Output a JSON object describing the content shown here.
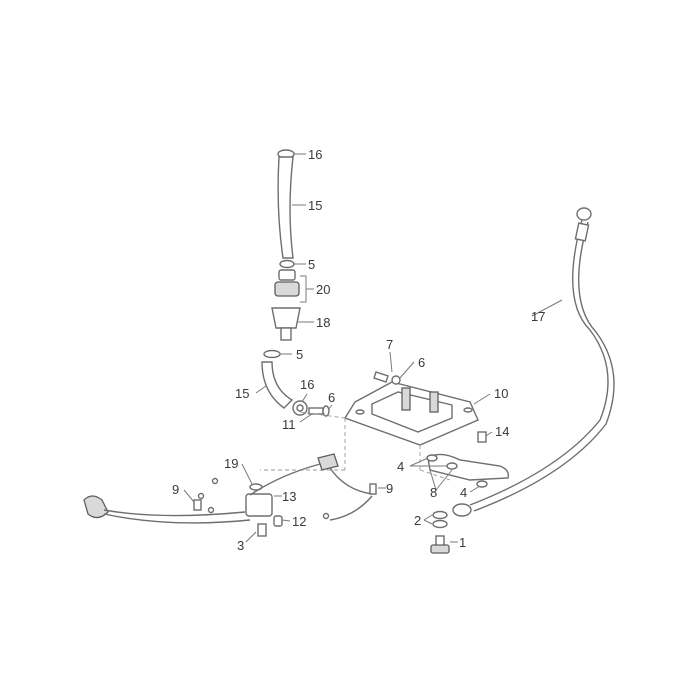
{
  "diagram": {
    "callouts": [
      {
        "label": "16",
        "part": "hose-clamp"
      },
      {
        "label": "15",
        "part": "hose"
      },
      {
        "label": "5",
        "part": "o-ring"
      },
      {
        "label": "20",
        "part": "valve-assembly"
      },
      {
        "label": "18",
        "part": "check-valve"
      },
      {
        "label": "5",
        "part": "o-ring-lower"
      },
      {
        "label": "15",
        "part": "hose-lower"
      },
      {
        "label": "16",
        "part": "hose-clamp-lower"
      },
      {
        "label": "11",
        "part": "fitting"
      },
      {
        "label": "6",
        "part": "washer"
      },
      {
        "label": "7",
        "part": "bolt"
      },
      {
        "label": "6",
        "part": "washer-upper"
      },
      {
        "label": "10",
        "part": "cover-plate"
      },
      {
        "label": "14",
        "part": "screw"
      },
      {
        "label": "17",
        "part": "cable"
      },
      {
        "label": "4",
        "part": "clip-upper"
      },
      {
        "label": "8",
        "part": "bracket"
      },
      {
        "label": "4",
        "part": "clip-lower"
      },
      {
        "label": "2",
        "part": "washers"
      },
      {
        "label": "1",
        "part": "banjo-bolt"
      },
      {
        "label": "19",
        "part": "sealing-washer"
      },
      {
        "label": "9",
        "part": "screw-left"
      },
      {
        "label": "13",
        "part": "sensor"
      },
      {
        "label": "12",
        "part": "spacer"
      },
      {
        "label": "3",
        "part": "screw-bottom"
      },
      {
        "label": "9",
        "part": "screw-right"
      }
    ]
  }
}
